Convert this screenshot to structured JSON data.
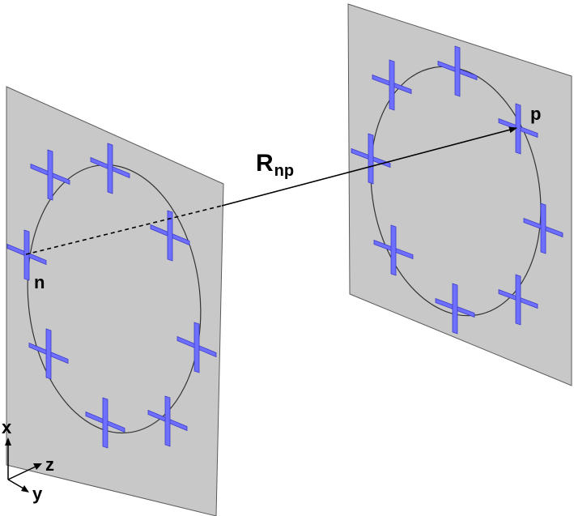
{
  "labels": {
    "point_n": "n",
    "point_p": "p",
    "vector_main": "R",
    "vector_sub": "np",
    "axis_x": "x",
    "axis_y": "y",
    "axis_z": "z"
  },
  "elements_per_array": 8,
  "colors": {
    "panel_fill": "#c8c8c8",
    "panel_stroke": "#5a5a5a",
    "element": "#6e6eff",
    "element_edge": "#3c3cc8",
    "ring": "#333333",
    "vector": "#000000"
  }
}
